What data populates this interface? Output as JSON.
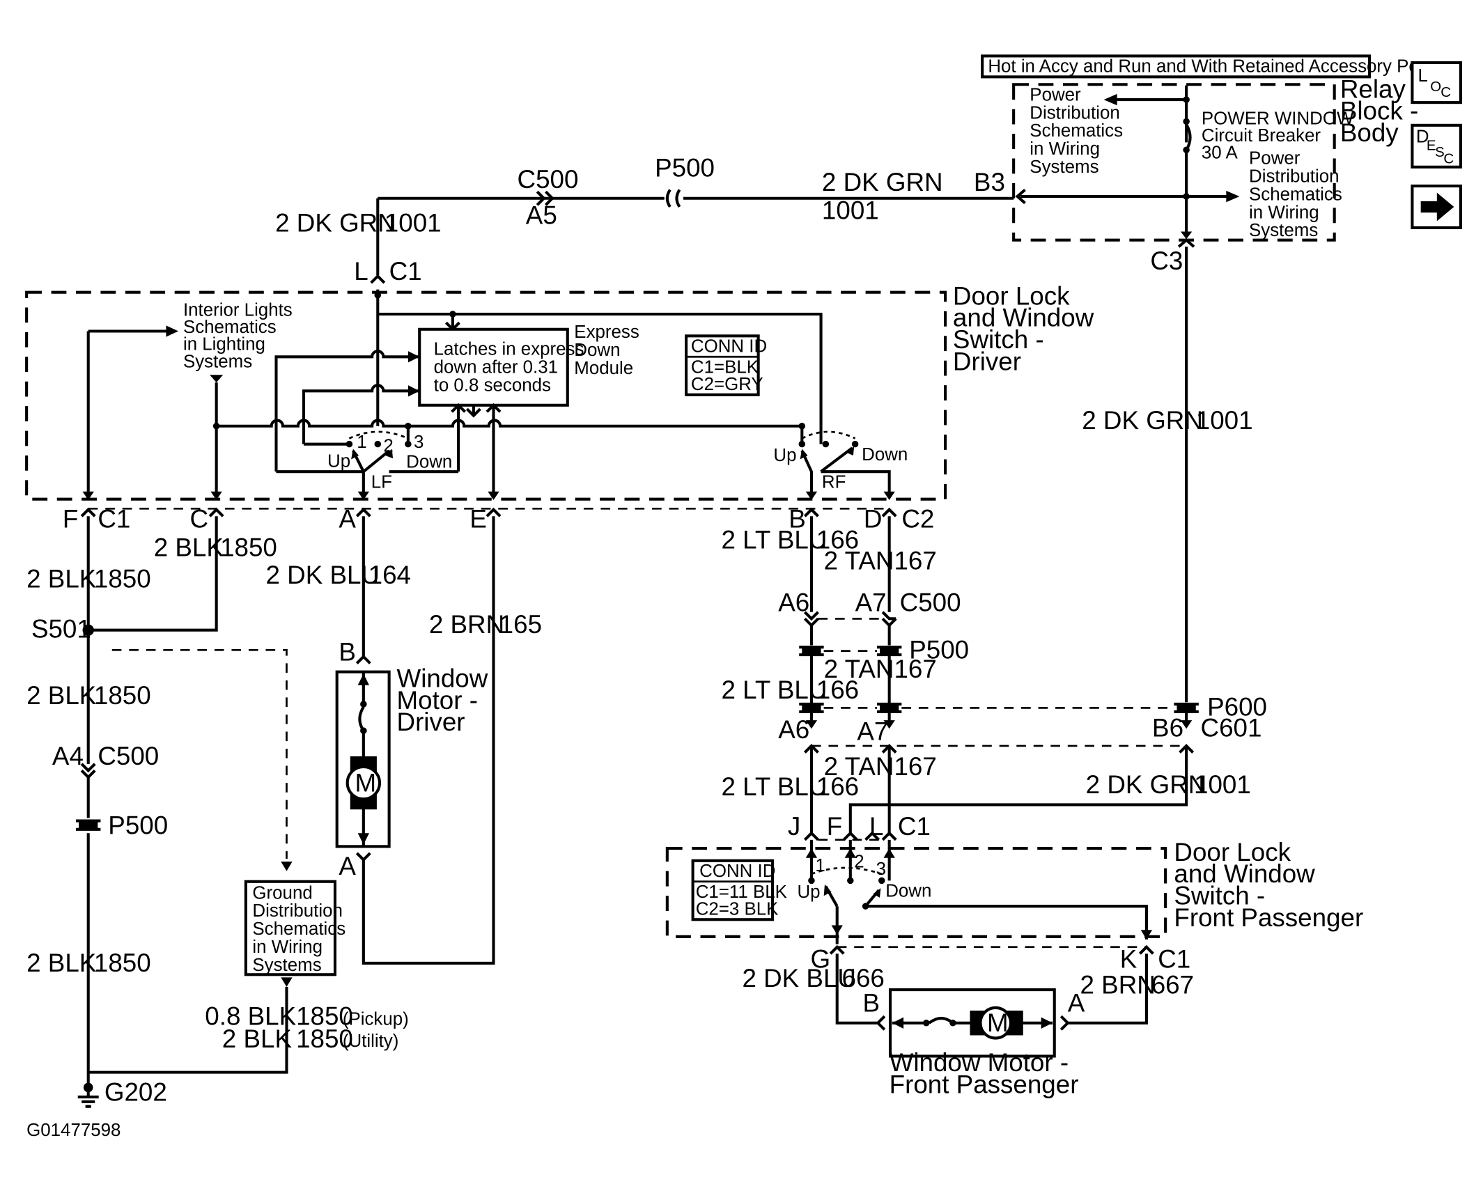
{
  "header": {
    "hot_note": "Hot in Accy and Run and With Retained Accessory Power"
  },
  "side_icons": {
    "loc": {
      "big": "L",
      "small_o": "O",
      "small_c": "C",
      "icon": "locator-icon"
    },
    "desc": {
      "big": "D",
      "small_e": "E",
      "small_s": "S",
      "small_c": "C",
      "icon": "description-icon"
    },
    "next": {
      "icon": "right-arrow-icon"
    }
  },
  "relay_block": {
    "line1": "Relay",
    "line2": "Block -",
    "line3": "Body"
  },
  "pd_left": [
    "Power",
    "Distribution",
    "Schematics",
    "in Wiring",
    "Systems"
  ],
  "pd_right": [
    "Power",
    "Distribution",
    "Schematics",
    "in Wiring",
    "Systems"
  ],
  "breaker": [
    "POWER WINDOW",
    "Circuit Breaker",
    "30 A"
  ],
  "top_circuit": {
    "c500": "C500",
    "a5": "A5",
    "p500": "P500",
    "wire": "2 DK GRN",
    "circuit": "1001",
    "b3": "B3",
    "c3": "C3",
    "left_wire": "2 DK GRN",
    "left_circuit": "1001",
    "L": "L",
    "C1": "C1"
  },
  "driver_switch": {
    "title": [
      "Door Lock",
      "and Window",
      "Switch -",
      "Driver"
    ]
  },
  "interior_lights": [
    "Interior Lights",
    "Schematics",
    "in Lighting",
    "Systems"
  ],
  "express": {
    "text": [
      "Latches in express",
      "down after 0.31",
      "to 0.8 seconds"
    ],
    "label": [
      "Express",
      "Down",
      "Module"
    ]
  },
  "conn_id_driver": {
    "title": "CONN ID",
    "c1": "C1=BLK",
    "c2": "C2=GRY"
  },
  "lf": {
    "up": "Up",
    "down": "Down",
    "name": "LF",
    "p1": "1",
    "p2": "2",
    "p3": "3"
  },
  "rf": {
    "up": "Up",
    "down": "Down",
    "name": "RF"
  },
  "driver_pins": {
    "F": "F",
    "C1": "C1",
    "C": "C",
    "A": "A",
    "E": "E",
    "B": "B",
    "D": "D",
    "C2": "C2"
  },
  "left_wires": {
    "blk1850_a": "2 BLK",
    "n1850_a": "1850",
    "blk1850_b": "2 BLK",
    "n1850_b": "1850",
    "s501": "S501",
    "blk1850_c": "2 BLK",
    "n1850_c": "1850",
    "a4": "A4",
    "c500": "C500",
    "p500": "P500",
    "blk1850_d": "2 BLK",
    "n1850_d": "1850",
    "blk08": "0.8 BLK",
    "n1850_p": "1850",
    "pickup": "(Pickup)",
    "blk2": "2 BLK",
    "n1850_u": "1850",
    "utility": "(Utility)",
    "g202": "G202"
  },
  "ground_dist": [
    "Ground",
    "Distribution",
    "Schematics",
    "in Wiring",
    "Systems"
  ],
  "driver_motor": {
    "wire": "2 DK BLU",
    "circuit": "164",
    "B": "B",
    "A": "A",
    "title": [
      "Window",
      "Motor -",
      "Driver"
    ],
    "m": "M"
  },
  "brn165": {
    "wire": "2 BRN",
    "circuit": "165"
  },
  "mid_wires": {
    "ltblu166_a": "2 LT BLU",
    "n166_a": "166",
    "tan167_a": "2 TAN",
    "n167_a": "167",
    "A6": "A6",
    "A7": "A7",
    "C500": "C500",
    "P500": "P500",
    "tan167_b": "2 TAN",
    "n167_b": "167",
    "ltblu166_b": "2 LT BLU",
    "n166_b": "166",
    "P600": "P600",
    "A6b": "A6",
    "A7b": "A7",
    "B6": "B6",
    "C601": "C601",
    "tan167_c": "2 TAN",
    "n167_c": "167",
    "ltblu166_c": "2 LT BLU",
    "n166_c": "166",
    "dkgrn": "2 DK GRN",
    "n1001": "1001",
    "right_dkgrn": "2 DK GRN",
    "right_1001": "1001"
  },
  "pass_pins": {
    "J": "J",
    "F": "F",
    "L": "L",
    "C1": "C1",
    "G": "G",
    "K": "K",
    "C1b": "C1"
  },
  "pass_switch": {
    "title": [
      "Door Lock",
      "and Window",
      "Switch -",
      "Front Passenger"
    ],
    "up": "Up",
    "down": "Down",
    "p1": "1",
    "p2": "2",
    "p3": "3"
  },
  "conn_id_pass": {
    "title": "CONN ID",
    "c1": "C1=11 BLK",
    "c2": "C2=3 BLK"
  },
  "pass_motor": {
    "dkblu": "2 DK BLU",
    "n666": "666",
    "brn": "2 BRN",
    "n667": "667",
    "B": "B",
    "A": "A",
    "m": "M",
    "title": [
      "Window Motor -",
      "Front Passenger"
    ]
  },
  "footer": {
    "id": "G01477598"
  }
}
